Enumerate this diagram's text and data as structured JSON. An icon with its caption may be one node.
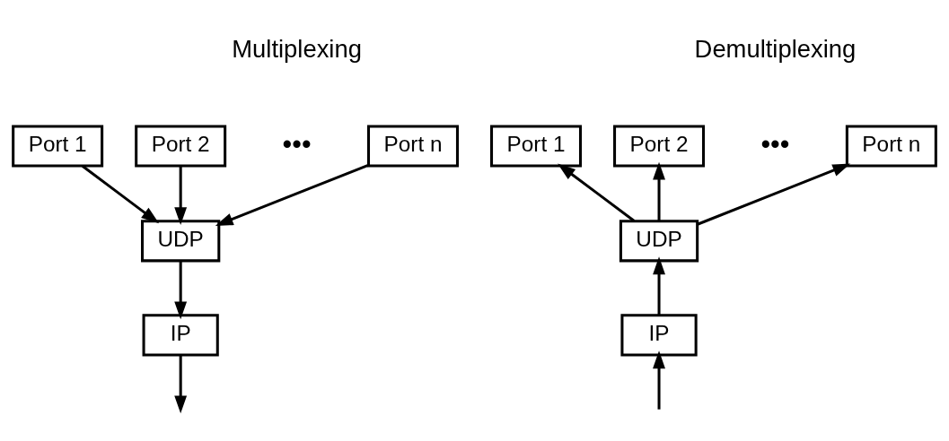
{
  "diagram": {
    "nodes": [
      {
        "text": [
          "Port 1"
        ]
      },
      {
        "text": [
          "Port 2"
        ]
      },
      {
        "text": [
          "Port n"
        ]
      },
      {
        "text": [
          "UDP"
        ]
      },
      {
        "text": [
          "IP"
        ]
      },
      {
        "text": [
          "Port 1"
        ]
      },
      {
        "text": [
          "Port 2"
        ]
      },
      {
        "text": [
          "Port n"
        ]
      },
      {
        "text": [
          "UDP"
        ]
      },
      {
        "text": [
          "IP"
        ]
      }
    ],
    "edges": [
      {
        "from": 0,
        "to": 3,
        "arrow": "to"
      },
      {
        "from": 1,
        "to": 3,
        "arrow": "to"
      },
      {
        "from": 2,
        "to": 3,
        "arrow": "to"
      },
      {
        "from": 3,
        "to": 4,
        "arrow": "to"
      },
      {
        "from": 4,
        "to": null,
        "arrow": "to"
      },
      {
        "from": 8,
        "to": 5,
        "arrow": "to"
      },
      {
        "from": 8,
        "to": 6,
        "arrow": "to"
      },
      {
        "from": 8,
        "to": 7,
        "arrow": "to"
      },
      {
        "from": 9,
        "to": 8,
        "arrow": "to"
      },
      {
        "from": null,
        "to": 9,
        "arrow": "to"
      }
    ],
    "labels": [
      "Multiplexing",
      "•••",
      "Demultiplexing",
      "•••"
    ]
  }
}
